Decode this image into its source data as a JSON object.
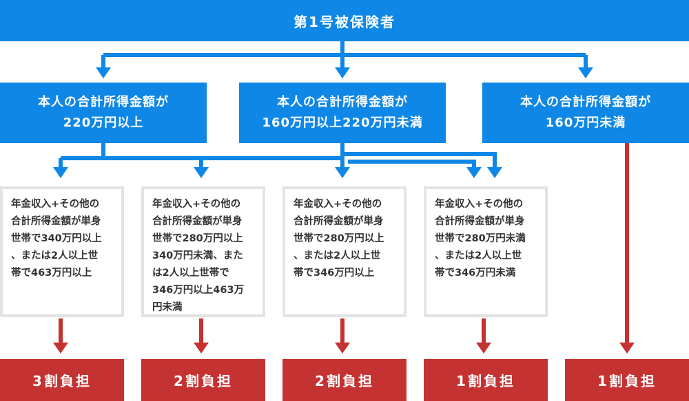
{
  "colors": {
    "blue": "#0e87e6",
    "red": "#c53232",
    "border": "#e3e3e3"
  },
  "top": {
    "label": "第1号被保険者"
  },
  "income_groups": [
    {
      "line1": "本人の合計所得金額が",
      "line2": "220万円以上"
    },
    {
      "line1": "本人の合計所得金額が",
      "line2": "160万円以上220万円未満"
    },
    {
      "line1": "本人の合計所得金額が",
      "line2": "160万円未満"
    }
  ],
  "conditions": [
    {
      "lines": [
        "年金収入+その他の",
        "合計所得金額が単身",
        "世帯で340万円以上",
        "、または2人以上世",
        "帯で463万円以上"
      ]
    },
    {
      "lines": [
        "年金収入+その他の",
        "合計所得金額が単身",
        "世帯で280万円以上",
        "340万円未満、また",
        "は2人以上世帯で",
        "346万円以上463万",
        "円未満"
      ]
    },
    {
      "lines": [
        "年金収入+その他の",
        "合計所得金額が単身",
        "世帯で280万円以上",
        "、または2人以上世",
        "帯で346万円以上"
      ]
    },
    {
      "lines": [
        "年金収入+その他の",
        "合計所得金額が単身",
        "世帯で280万円未満",
        "、または2人以上世",
        "帯で346万円未満"
      ]
    }
  ],
  "results": [
    {
      "label": "3割負担"
    },
    {
      "label": "2割負担"
    },
    {
      "label": "2割負担"
    },
    {
      "label": "1割負担"
    },
    {
      "label": "1割負担"
    }
  ]
}
